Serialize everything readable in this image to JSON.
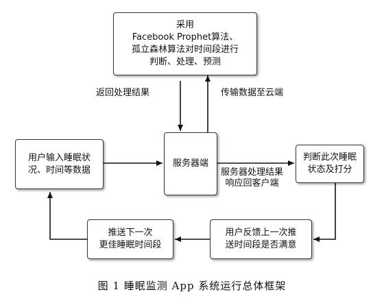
{
  "nodes": {
    "cloud_algo": [
      "采用",
      "Facebook Prophet算法、",
      "孤立森林算法对时间段进行",
      "判断、处理、预测"
    ],
    "user_input": [
      "用户输入睡眠状",
      "况、时间等数据"
    ],
    "server": [
      "服务器端"
    ],
    "judge": [
      "判断此次睡眠",
      "状态及打分"
    ],
    "feedback": [
      "用户反馈上一次推",
      "送时间段是否满意"
    ],
    "push": [
      "推送下一次",
      "更佳睡眠时间段"
    ]
  },
  "edges": {
    "return_result": "返回处理结果",
    "upload_cloud": "传输数据至云端",
    "server_response": [
      "服务器处理结果",
      "响应回客户端"
    ]
  },
  "caption": "图 1 睡眠监测 App 系统运行总体框架"
}
